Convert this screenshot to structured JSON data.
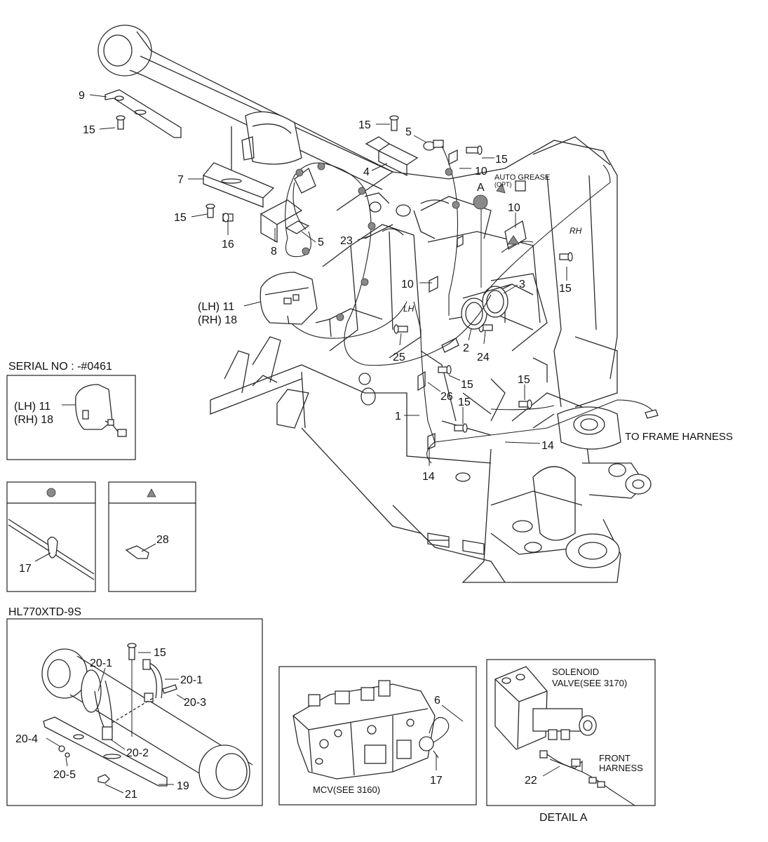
{
  "labels": {
    "c9": "9",
    "c15_a": "15",
    "c7": "7",
    "c15_b": "15",
    "c16": "16",
    "c8": "8",
    "c5_a": "5",
    "c23": "23",
    "c15_c": "15",
    "c5_b": "5",
    "c4": "4",
    "c15_d": "15",
    "c10_a": "10",
    "c_a": "A",
    "c10_b": "10",
    "c15_e": "15",
    "c10_c": "10",
    "c3": "3",
    "c2": "2",
    "c24": "24",
    "c25": "25",
    "c11_lh": "(LH) 11",
    "c18_rh": "(RH) 18",
    "c15_f": "15",
    "c26": "26",
    "c15_g": "15",
    "c15_h": "15",
    "c1": "1",
    "c14_a": "14",
    "c14_b": "14",
    "auto_grease_1": "AUTO GREASE",
    "auto_grease_2": "(OPT)",
    "rh": "RH",
    "lh": "LH",
    "to_frame_harness": "TO FRAME HARNESS"
  },
  "serial_box": {
    "title": "SERIAL NO : -#0461",
    "lh": "(LH) 11",
    "rh": "(RH) 18"
  },
  "legend": {
    "circle": {
      "callout": "17",
      "symbol": "circle-marker"
    },
    "triangle": {
      "callout": "28",
      "symbol": "triangle-marker"
    }
  },
  "hl_box": {
    "title": "HL770XTD-9S",
    "c15": "15",
    "c20_1a": "20-1",
    "c20_1b": "20-1",
    "c20_3": "20-3",
    "c20_4": "20-4",
    "c20_2": "20-2",
    "c20_5": "20-5",
    "c21": "21",
    "c19": "19"
  },
  "mcv_box": {
    "c6": "6",
    "c17": "17",
    "caption": "MCV(SEE 3160)"
  },
  "detail_box": {
    "solenoid_1": "SOLENOID",
    "solenoid_2": "VALVE(SEE 3170)",
    "front_1": "FRONT",
    "front_2": "HARNESS",
    "c22": "22",
    "caption": "DETAIL A"
  },
  "colors": {
    "line": "#2a2a2a",
    "marker": "#8a8a8a",
    "background": "#ffffff"
  }
}
